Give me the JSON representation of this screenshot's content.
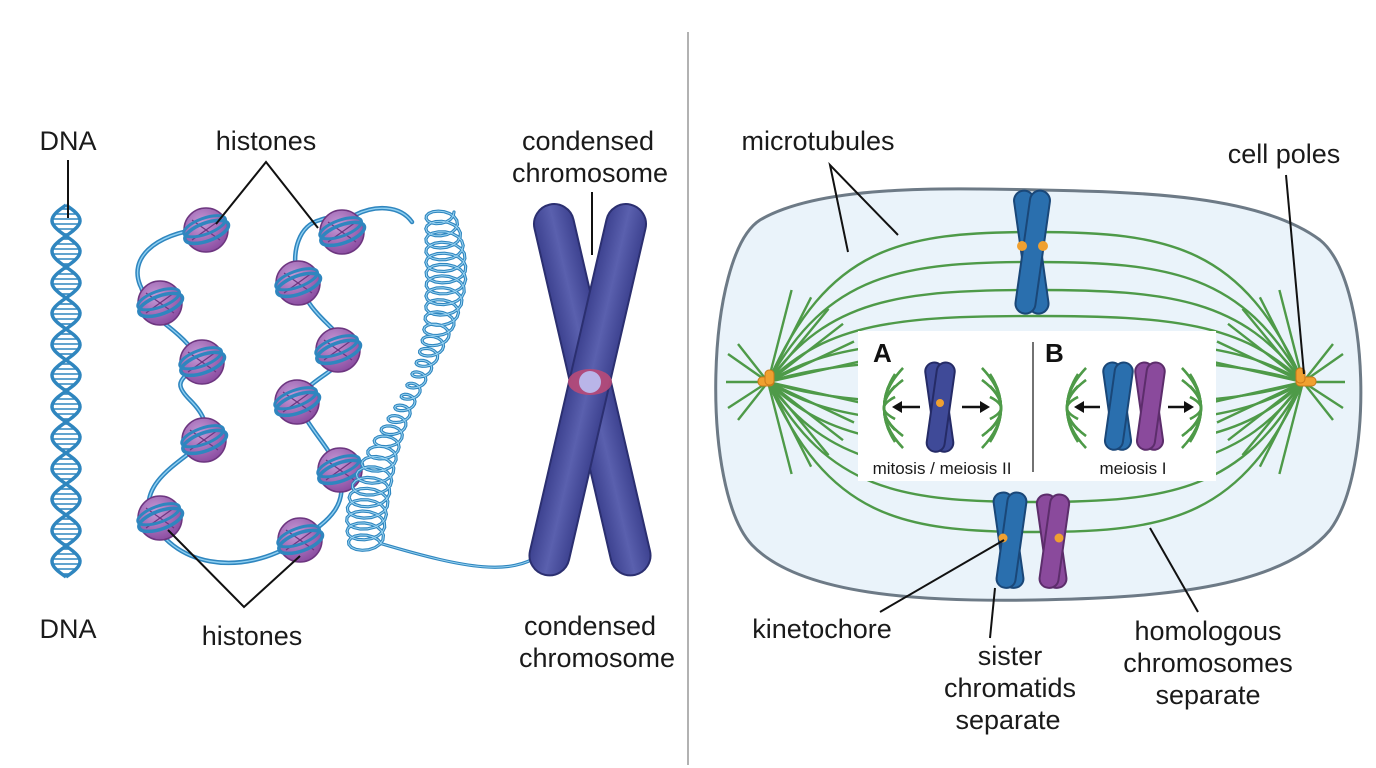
{
  "labels": {
    "dna_top": "DNA",
    "dna_bottom": "DNA",
    "histones_top": "histones",
    "histones_bottom": "histones",
    "condensed_top_line1": "condensed",
    "condensed_top_line2": "chromosome",
    "condensed_bottom_line1": "condensed",
    "condensed_bottom_line2": "chromosome",
    "microtubules": "microtubules",
    "cell_poles": "cell poles",
    "kinetochore": "kinetochore",
    "sister_line1": "sister",
    "sister_line2": "chromatids",
    "sister_line3": "separate",
    "homologous_line1": "homologous",
    "homologous_line2": "chromosomes",
    "homologous_line3": "separate"
  },
  "inset": {
    "a_letter": "A",
    "a_caption": "mitosis / meiosis II",
    "b_letter": "B",
    "b_caption": "meiosis I"
  },
  "colors": {
    "dna_blue": "#2f86bf",
    "histone_purple": "#9c5bb0",
    "chromosome_indigo": "#4a4f9b",
    "microtubule_green": "#4e9a48",
    "kinetochore_orange": "#f0a030",
    "cell_fill": "#eaf3fa",
    "cell_outline": "#6d7a86",
    "chromatid_blue": "#2a6fae",
    "chromatid_purple": "#8a4a9c"
  }
}
